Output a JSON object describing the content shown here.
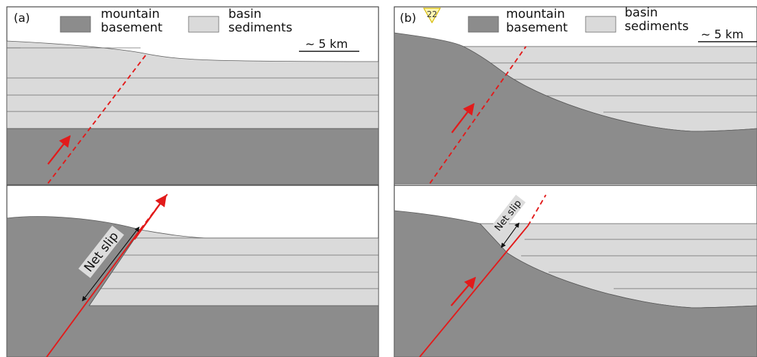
{
  "colors": {
    "basement": "#8c8c8c",
    "sediments": "#dadada",
    "fault": "#e21b1b",
    "outline": "#333333",
    "badge_fill": "#fff8b5",
    "badge_stroke": "#d4b800"
  },
  "panel_a": {
    "label": "(a)",
    "legend": {
      "basement_line1": "mountain",
      "basement_line2": "basement",
      "sediments_line1": "basin",
      "sediments_line2": "sediments"
    },
    "scale_label": "~ 5  km",
    "net_slip_label": "Net slip"
  },
  "panel_b": {
    "label": "(b)",
    "badge_number": "22",
    "legend": {
      "basement_line1": "mountain",
      "basement_line2": "basement",
      "sediments_line1": "basin",
      "sediments_line2": "sediments"
    },
    "scale_label": "~ 5  km",
    "net_slip_label": "Net slip"
  }
}
